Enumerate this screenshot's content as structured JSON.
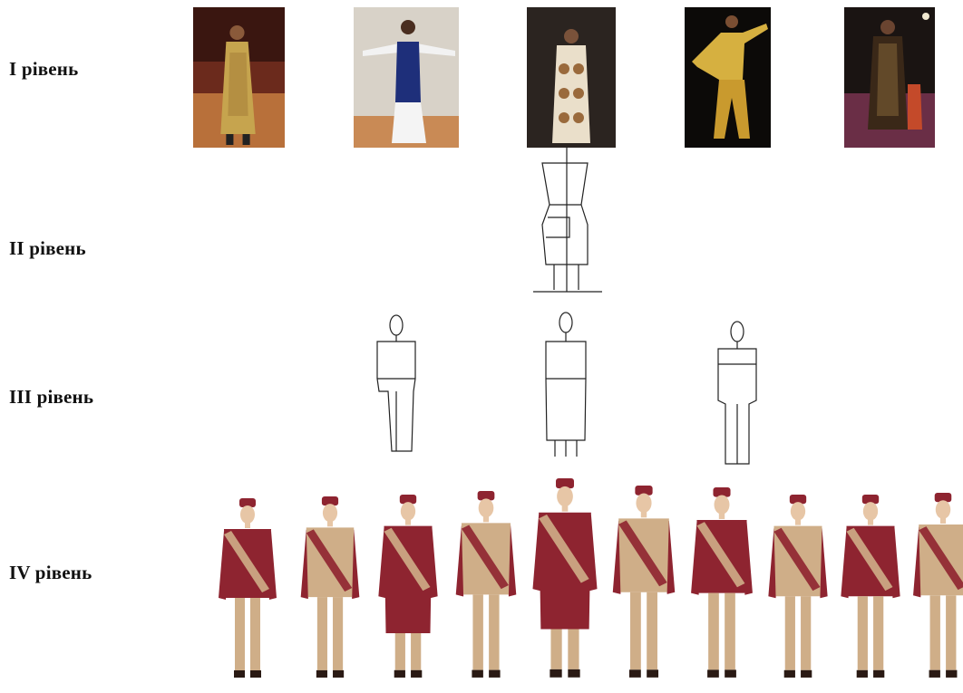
{
  "levels": [
    {
      "label": "I рівень"
    },
    {
      "label": "II рівень"
    },
    {
      "label": "III рівень"
    },
    {
      "label": "IV рівень"
    }
  ],
  "palette": {
    "burgundy": "#8e2430",
    "tan": "#cfae88",
    "skin": "#e7c6a6",
    "gold": "#c9a24a",
    "dark": "#2a1a14"
  },
  "level1_photos": [
    {
      "icon": "photo-sherwani-gold-runway"
    },
    {
      "icon": "photo-performer-blue-vest"
    },
    {
      "icon": "photo-sherwani-cream-pattern"
    },
    {
      "icon": "photo-dancer-yellow-kurta"
    },
    {
      "icon": "photo-sherwani-dark-runway"
    }
  ],
  "level2": {
    "icon": "construction-sketch-icon"
  },
  "level3": {
    "count": 3,
    "icon": "silhouette-sketch-icon"
  },
  "level4": {
    "count": 10,
    "icon": "costume-design-figure-icon"
  }
}
